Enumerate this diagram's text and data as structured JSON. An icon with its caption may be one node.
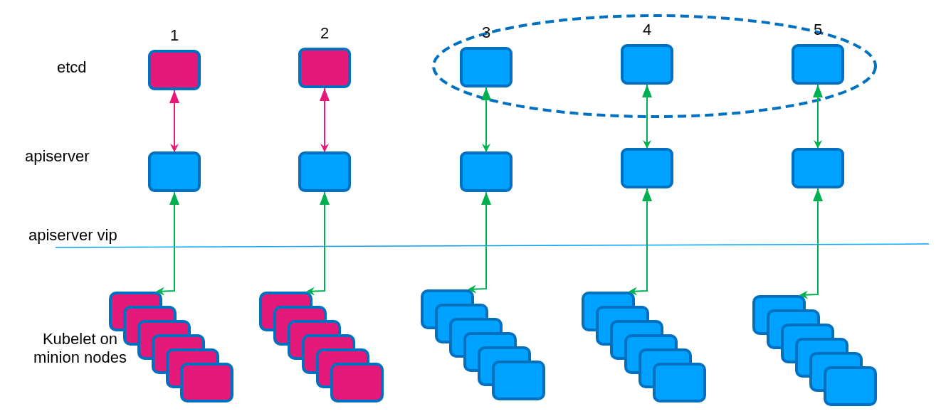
{
  "diagram": {
    "nodes": [
      {
        "text": [],
        "shape": "ellipse"
      },
      {
        "text": [],
        "shape": "box",
        "beside": [
          "1"
        ]
      },
      {
        "text": [],
        "shape": "box",
        "beside": [
          "2"
        ]
      },
      {
        "text": [],
        "shape": "box",
        "beside": [
          "3"
        ],
        "in": 0
      },
      {
        "text": [],
        "shape": "box",
        "beside": [
          "4"
        ],
        "in": 0
      },
      {
        "text": [],
        "shape": "box",
        "beside": [
          "5"
        ],
        "in": 0
      },
      {
        "text": [],
        "shape": "box"
      },
      {
        "text": [],
        "shape": "box"
      },
      {
        "text": [],
        "shape": "box"
      },
      {
        "text": [],
        "shape": "box"
      },
      {
        "text": [],
        "shape": "box"
      },
      {
        "text": [],
        "shape": "stack"
      },
      {
        "text": [],
        "shape": "stack"
      },
      {
        "text": [],
        "shape": "stack"
      },
      {
        "text": [],
        "shape": "stack"
      },
      {
        "text": [],
        "shape": "stack"
      }
    ],
    "edges": [
      {
        "from": 1,
        "to": 6,
        "arrow": "both",
        "color": "#e6197b"
      },
      {
        "from": 2,
        "to": 7,
        "arrow": "both",
        "color": "#e6197b"
      },
      {
        "from": 3,
        "to": 8,
        "arrow": "both"
      },
      {
        "from": 4,
        "to": 9,
        "arrow": "both"
      },
      {
        "from": 5,
        "to": 10,
        "arrow": "both"
      },
      {
        "from": 6,
        "to": 11,
        "arrow": "both"
      },
      {
        "from": 7,
        "to": 12,
        "arrow": "both"
      },
      {
        "from": 8,
        "to": 13,
        "arrow": "both"
      },
      {
        "from": 9,
        "to": 14,
        "arrow": "both"
      },
      {
        "from": 10,
        "to": 15,
        "arrow": "both"
      }
    ],
    "labels": [
      "etcd",
      "apiserver",
      "apiserver vip",
      "Kubelet on minion nodes"
    ]
  }
}
